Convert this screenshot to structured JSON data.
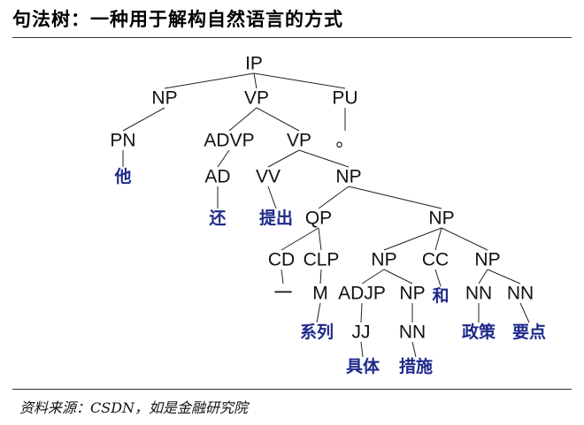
{
  "title": "句法树：一种用于解构自然语言的方式",
  "source": "资料来源：CSDN，如是金融研究院",
  "tree": {
    "nodes": [
      {
        "id": "ip",
        "label": "IP"
      },
      {
        "id": "np1",
        "label": "NP"
      },
      {
        "id": "vp1",
        "label": "VP"
      },
      {
        "id": "pu",
        "label": "PU"
      },
      {
        "id": "pn",
        "label": "PN"
      },
      {
        "id": "advp",
        "label": "ADVP"
      },
      {
        "id": "vp2",
        "label": "VP"
      },
      {
        "id": "period",
        "label": "。"
      },
      {
        "id": "w_ta",
        "label": "他",
        "word": true
      },
      {
        "id": "ad",
        "label": "AD"
      },
      {
        "id": "vv",
        "label": "VV"
      },
      {
        "id": "np2",
        "label": "NP"
      },
      {
        "id": "w_hai",
        "label": "还",
        "word": true
      },
      {
        "id": "w_tichu",
        "label": "提出",
        "word": true
      },
      {
        "id": "qp",
        "label": "QP"
      },
      {
        "id": "np3",
        "label": "NP"
      },
      {
        "id": "cd",
        "label": "CD"
      },
      {
        "id": "clp",
        "label": "CLP"
      },
      {
        "id": "np4",
        "label": "NP"
      },
      {
        "id": "cc",
        "label": "CC"
      },
      {
        "id": "np5",
        "label": "NP"
      },
      {
        "id": "w_yi",
        "label": "一"
      },
      {
        "id": "m",
        "label": "M"
      },
      {
        "id": "adjp",
        "label": "ADJP"
      },
      {
        "id": "np6",
        "label": "NP"
      },
      {
        "id": "w_he",
        "label": "和",
        "word": true
      },
      {
        "id": "nn1",
        "label": "NN"
      },
      {
        "id": "nn2",
        "label": "NN"
      },
      {
        "id": "w_xilie",
        "label": "系列",
        "word": true
      },
      {
        "id": "jj",
        "label": "JJ"
      },
      {
        "id": "nn3",
        "label": "NN"
      },
      {
        "id": "w_zhengce",
        "label": "政策",
        "word": true
      },
      {
        "id": "w_yaodian",
        "label": "要点",
        "word": true
      },
      {
        "id": "w_juti",
        "label": "具体",
        "word": true
      },
      {
        "id": "w_cuoshi",
        "label": "措施",
        "word": true
      }
    ],
    "edges": [
      [
        "ip",
        "np1"
      ],
      [
        "ip",
        "vp1"
      ],
      [
        "ip",
        "pu"
      ],
      [
        "np1",
        "pn"
      ],
      [
        "vp1",
        "advp"
      ],
      [
        "vp1",
        "vp2"
      ],
      [
        "pu",
        "period"
      ],
      [
        "pn",
        "w_ta"
      ],
      [
        "advp",
        "ad"
      ],
      [
        "vp2",
        "vv"
      ],
      [
        "vp2",
        "np2"
      ],
      [
        "ad",
        "w_hai"
      ],
      [
        "vv",
        "w_tichu"
      ],
      [
        "np2",
        "qp"
      ],
      [
        "np2",
        "np3"
      ],
      [
        "qp",
        "cd"
      ],
      [
        "qp",
        "clp"
      ],
      [
        "np3",
        "np4"
      ],
      [
        "np3",
        "cc"
      ],
      [
        "np3",
        "np5"
      ],
      [
        "cd",
        "w_yi"
      ],
      [
        "clp",
        "m"
      ],
      [
        "np4",
        "adjp"
      ],
      [
        "np4",
        "np6"
      ],
      [
        "cc",
        "w_he"
      ],
      [
        "np5",
        "nn1"
      ],
      [
        "np5",
        "nn2"
      ],
      [
        "m",
        "w_xilie"
      ],
      [
        "adjp",
        "jj"
      ],
      [
        "np6",
        "nn3"
      ],
      [
        "nn1",
        "w_zhengce"
      ],
      [
        "nn2",
        "w_yaodian"
      ],
      [
        "jj",
        "w_juti"
      ],
      [
        "nn3",
        "w_cuoshi"
      ]
    ]
  }
}
